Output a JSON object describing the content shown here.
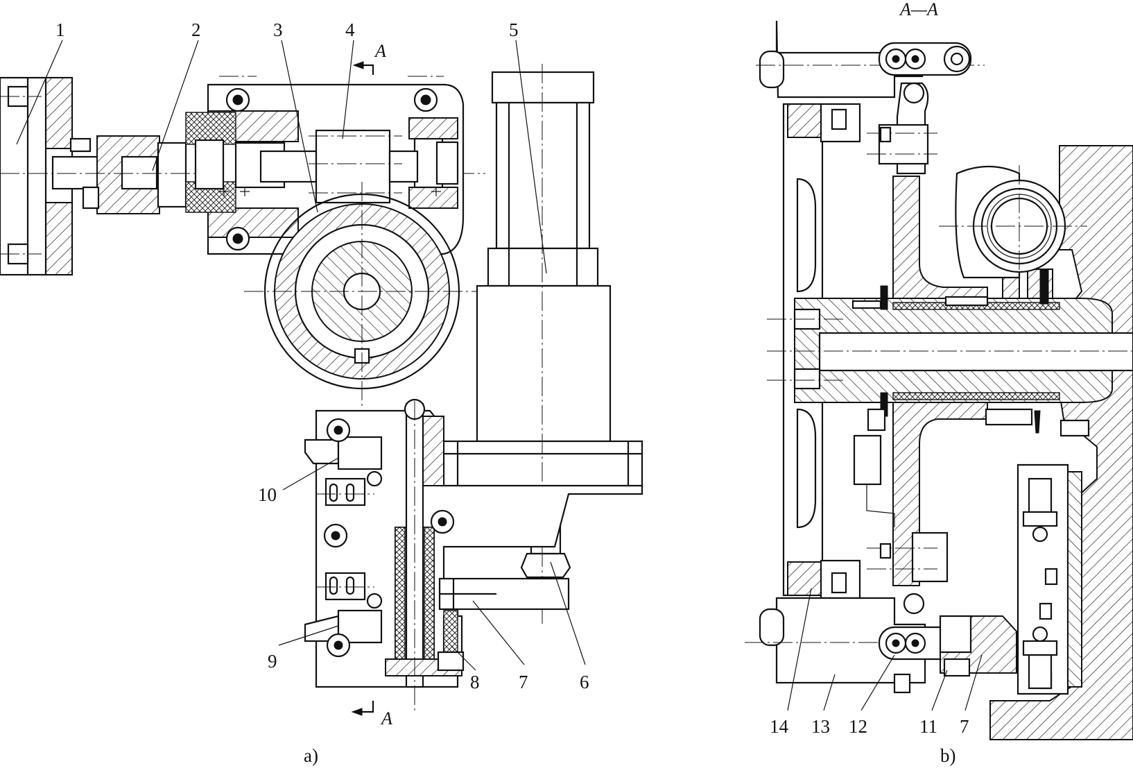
{
  "figure": {
    "view_a_caption": "a)",
    "view_b_caption": "b)",
    "section_title": "A—A",
    "section_mark": "A"
  },
  "callouts_a": [
    "1",
    "2",
    "3",
    "4",
    "5",
    "6",
    "7",
    "8",
    "9",
    "10"
  ],
  "callouts_b": [
    "14",
    "13",
    "12",
    "11",
    "7"
  ]
}
